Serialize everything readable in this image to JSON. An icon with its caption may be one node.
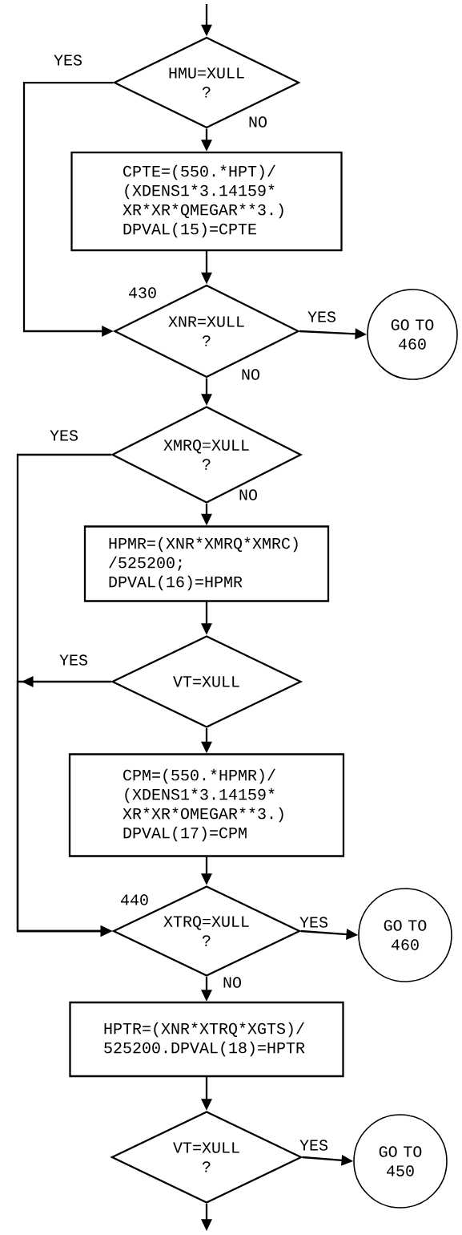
{
  "diagram": {
    "nodes": [
      {
        "text": [
          "HMU=XULL ?"
        ]
      },
      {
        "text": [
          "CPTE=(550.*HPT)/ (XDENS1*3.14159* XR*XR*QMEGAR**3.) DPVAL(15)=CPTE"
        ]
      },
      {
        "text": [
          "XNR=XULL ?"
        ],
        "beside": [
          "430"
        ]
      },
      {
        "text": [
          "GO TO 460"
        ]
      },
      {
        "text": [
          "XMRQ=XULL ?"
        ]
      },
      {
        "text": [
          "HPMR=(XNR*XMRQ*XMRC) /525200; DPVAL(16)=HPMR"
        ]
      },
      {
        "text": [
          "VT=XULL"
        ]
      },
      {
        "text": [
          "CPM=(550.*HPMR)/ (XDENS1*3.14159* XR*XR*OMEGAR**3.) DPVAL(17)=CPM"
        ]
      },
      {
        "text": [
          "XTRQ=XULL ?"
        ],
        "beside": [
          "440"
        ]
      },
      {
        "text": [
          "GO TO 460"
        ]
      },
      {
        "text": [
          "HPTR=(XNR*XTRQ*XGTS)/ 525200.DPVAL(18)=HPTR"
        ]
      },
      {
        "text": [
          "VT=XULL ?"
        ]
      },
      {
        "text": [
          "GO TO 450"
        ]
      }
    ],
    "edges": [
      {
        "from": null,
        "to": 0,
        "arrow": "to"
      },
      {
        "from": 0,
        "to": 1,
        "arrow": "to",
        "label": "NO"
      },
      {
        "from": 0,
        "to": 2,
        "arrow": "to",
        "label": "YES"
      },
      {
        "from": 1,
        "to": 2,
        "arrow": "to"
      },
      {
        "from": 2,
        "to": 3,
        "arrow": "to",
        "label": "YES"
      },
      {
        "from": 2,
        "to": 4,
        "arrow": "to",
        "label": "NO"
      },
      {
        "from": 4,
        "to": 5,
        "arrow": "to",
        "label": "NO"
      },
      {
        "from": 4,
        "to": 8,
        "arrow": "to",
        "label": "YES"
      },
      {
        "from": 5,
        "to": 6,
        "arrow": "to"
      },
      {
        "from": 6,
        "to": 8,
        "arrow": "to",
        "label": "YES"
      },
      {
        "from": 6,
        "to": 7,
        "arrow": "to"
      },
      {
        "from": 7,
        "to": 8,
        "arrow": "to"
      },
      {
        "from": 8,
        "to": 9,
        "arrow": "to",
        "label": "YES"
      },
      {
        "from": 8,
        "to": 10,
        "arrow": "to",
        "label": "NO"
      },
      {
        "from": 10,
        "to": 11,
        "arrow": "to"
      },
      {
        "from": 11,
        "to": 12,
        "arrow": "to",
        "label": "YES"
      },
      {
        "from": 11,
        "to": null,
        "arrow": "to"
      }
    ]
  }
}
